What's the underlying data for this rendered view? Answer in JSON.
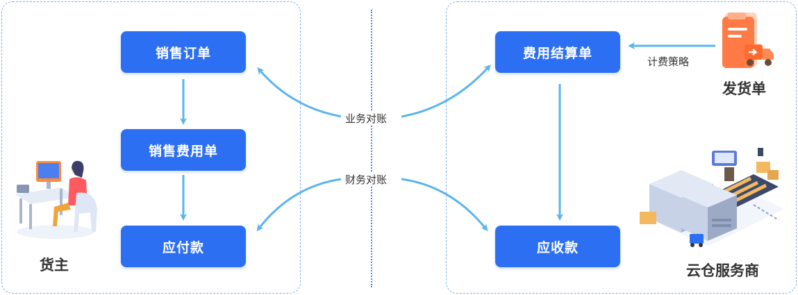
{
  "left_panel": {
    "nodes": [
      "销售订单",
      "销售费用单",
      "应付款"
    ],
    "caption": "货主"
  },
  "right_panel": {
    "nodes": [
      "费用结算单",
      "应收款"
    ],
    "caption": "云仓服务商",
    "source_caption": "发货单"
  },
  "edges": {
    "business_reconcile": "业务对账",
    "finance_reconcile": "财务对账",
    "billing_policy": "计费策略"
  },
  "colors": {
    "node_fill": "#2d6ff3",
    "arrow": "#5ab4ee",
    "panel_border": "#7eaef0",
    "doc_icon": "#ff7a45"
  },
  "icons": [
    "owner-illustration",
    "shipping-document-icon",
    "warehouse-illustration"
  ]
}
